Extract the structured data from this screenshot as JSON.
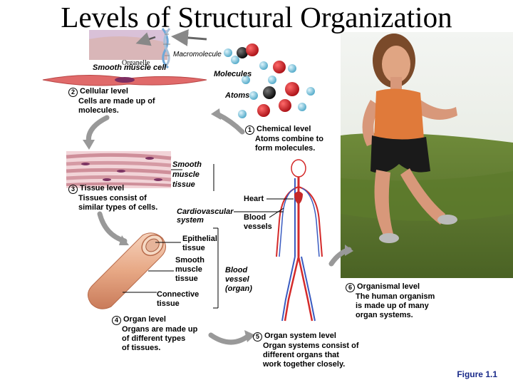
{
  "title": "Levels of Structural Organization",
  "figure_label": "Figure 1.1",
  "labels": {
    "macromolecule": "Macromolecule",
    "organelle": "Organelle",
    "smooth_muscle_cell": "Smooth muscle cell",
    "molecules": "Molecules",
    "atoms": "Atoms",
    "smooth_muscle_tissue_1": "Smooth",
    "smooth_muscle_tissue_2": "muscle",
    "smooth_muscle_tissue_3": "tissue",
    "heart": "Heart",
    "cardiovascular_1": "Cardiovascular",
    "cardiovascular_2": "system",
    "blood_vessels_1": "Blood",
    "blood_vessels_2": "vessels",
    "epithelial_1": "Epithelial",
    "epithelial_2": "tissue",
    "organ_smooth_1": "Smooth",
    "organ_smooth_2": "muscle",
    "organ_smooth_3": "tissue",
    "connective_1": "Connective",
    "connective_2": "tissue",
    "blood_vessel_organ_1": "Blood",
    "blood_vessel_organ_2": "vessel",
    "blood_vessel_organ_3": "(organ)"
  },
  "steps": [
    {
      "num": "1",
      "heading": "Chemical level",
      "lines": [
        "Atoms combine to",
        "form molecules."
      ]
    },
    {
      "num": "2",
      "heading": "Cellular level",
      "lines": [
        "Cells are made up of",
        "molecules."
      ]
    },
    {
      "num": "3",
      "heading": "Tissue level",
      "lines": [
        "Tissues consist of",
        "similar types of cells."
      ]
    },
    {
      "num": "4",
      "heading": "Organ level",
      "lines": [
        "Organs are made up",
        "of different types",
        "of tissues."
      ]
    },
    {
      "num": "5",
      "heading": "Organ system level",
      "lines": [
        "Organ systems consist of",
        "different organs that",
        "work together closely."
      ]
    },
    {
      "num": "6",
      "heading": "Organismal level",
      "lines": [
        "The human organism",
        "is made up of many",
        "organ systems."
      ]
    }
  ],
  "colors": {
    "atom_red": "#c8141e",
    "atom_blue": "#7fc6e0",
    "atom_black": "#1a1a1a",
    "artery_red": "#d42a2a",
    "vein_blue": "#3a5bc0",
    "figure_label": "#1a2a8a"
  }
}
